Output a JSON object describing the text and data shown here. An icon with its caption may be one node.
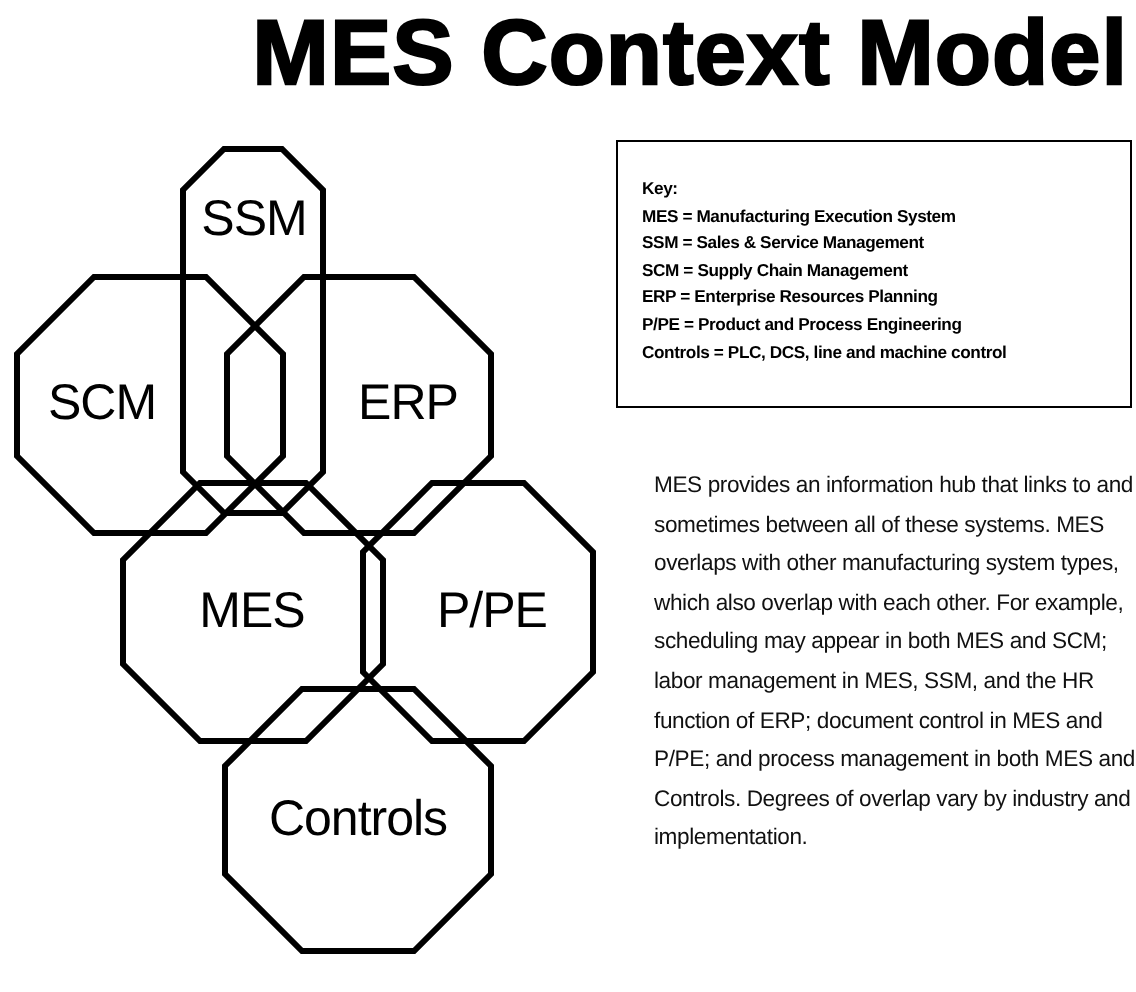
{
  "diagram": {
    "title": "MES Context Model",
    "nodes": [
      {
        "text": [
          "SSM"
        ]
      },
      {
        "text": [
          "SCM"
        ]
      },
      {
        "text": [
          "ERP"
        ]
      },
      {
        "text": [
          "MES"
        ]
      },
      {
        "text": [
          "P/PE"
        ]
      },
      {
        "text": [
          "Controls"
        ]
      },
      {
        "text": [
          "Key:",
          "MES = Manufacturing Execution System",
          "SSM = Sales & Service Management",
          "SCM = Supply Chain Management",
          "ERP = Enterprise Resources Planning",
          "P/PE = Product and Process Engineering",
          "Controls = PLC, DCS, line and machine control"
        ]
      }
    ],
    "labels": [
      "MES provides an information hub that links to and sometimes between all of these systems. MES overlaps with other manufacturing system types, which also overlap with each other. For example, scheduling may appear in both MES and SCM; labor management in MES, SSM, and the HR function of ERP; document control in MES and P/PE; and process management in both MES and Controls. Degrees of overlap vary by industry and implementation."
    ]
  }
}
